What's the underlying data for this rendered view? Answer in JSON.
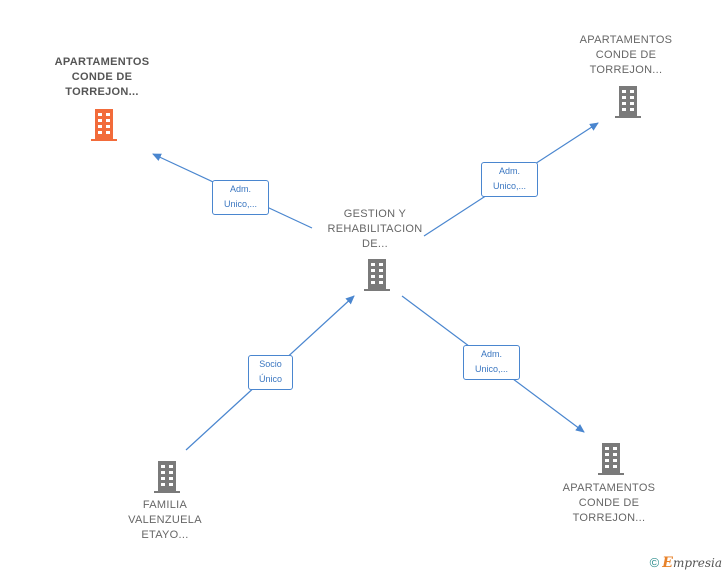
{
  "colors": {
    "highlight_building": "#f26b3a",
    "building": "#7a7a7a",
    "edge": "#4a86cf"
  },
  "nodes": {
    "top_left": {
      "label": "APARTAMENTOS\nCONDE DE\nTORREJON...",
      "icon": "building-icon",
      "highlighted": true
    },
    "center": {
      "label": "GESTION Y\nREHABILITACION\nDE...",
      "icon": "building-icon"
    },
    "top_right": {
      "label": "APARTAMENTOS\nCONDE DE\nTORREJON...",
      "icon": "building-icon"
    },
    "bottom_right": {
      "label": "APARTAMENTOS\nCONDE DE\nTORREJON...",
      "icon": "building-icon"
    },
    "bottom_left": {
      "label": "FAMILIA\nVALENZUELA\nETAYO...",
      "icon": "building-icon"
    }
  },
  "edges": {
    "to_top_left": "Adm.\nUnico,...",
    "to_top_right": "Adm.\nUnico,...",
    "to_bottom_right": "Adm.\nUnico,...",
    "from_bottom_left": "Socio\nÚnico"
  },
  "footer": {
    "copyright": "©",
    "brand_initial": "E",
    "brand_rest": "mpresia"
  }
}
